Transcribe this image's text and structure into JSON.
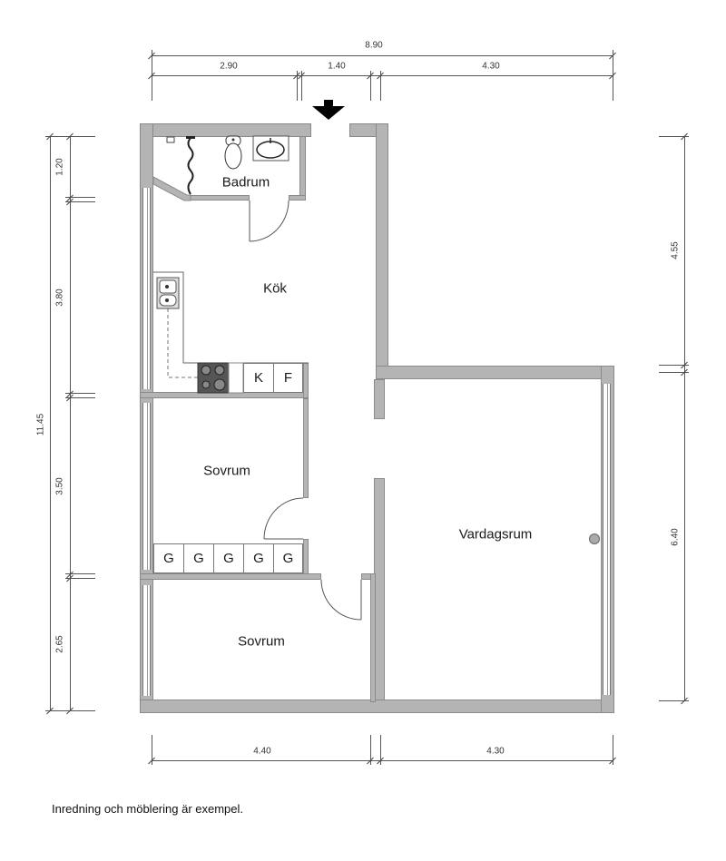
{
  "floorplan": {
    "rooms": [
      {
        "id": "badrum",
        "label": "Badrum"
      },
      {
        "id": "kok",
        "label": "Kök"
      },
      {
        "id": "sovrum_1",
        "label": "Sovrum"
      },
      {
        "id": "sovrum_2",
        "label": "Sovrum"
      },
      {
        "id": "vardagsrum",
        "label": "Vardagsrum"
      }
    ],
    "kitchen_appliances": {
      "fridge_label": "K",
      "freezer_label": "F"
    },
    "wardrobes": [
      "G",
      "G",
      "G",
      "G",
      "G"
    ],
    "dimensions": {
      "top_total": "8.90",
      "top_segments": [
        "2.90",
        "1.40",
        "4.30"
      ],
      "left_total": "11.45",
      "left_segments": [
        "1.20",
        "3.80",
        "3.50",
        "2.65"
      ],
      "right_segments": [
        "4.55",
        "6.40"
      ],
      "bottom_segments": [
        "4.40",
        "4.30"
      ]
    },
    "icons": {
      "entrance": "entrance-arrow-icon",
      "toilet": "toilet-icon",
      "washbasin": "washbasin-icon",
      "shower": "shower-icon",
      "sink": "kitchen-sink-icon",
      "stove": "stove-icon",
      "radiator_column": "column-icon"
    },
    "colors": {
      "wall_fill": "#b4b4b4",
      "wall_stroke": "#8a8a8a",
      "stove": "#555555",
      "dimension_line": "#555555"
    }
  },
  "footer": {
    "note": "Inredning och möblering är exempel."
  }
}
